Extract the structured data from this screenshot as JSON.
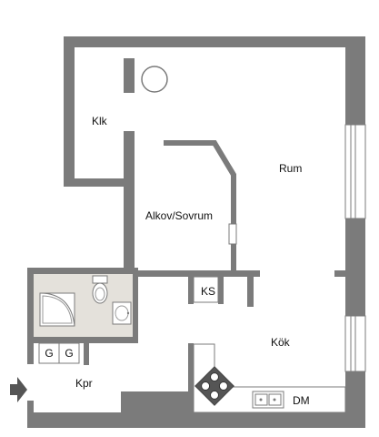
{
  "plan": {
    "rooms": {
      "klk": "Klk",
      "rum": "Rum",
      "alkov": "Alkov/Sovrum",
      "kok": "Kök",
      "kpr": "Kpr"
    },
    "fixtures": {
      "ks": "KS",
      "g1": "G",
      "g2": "G",
      "dm": "DM"
    },
    "icons": {
      "entrance": "entrance-arrow-icon",
      "stove": "stove-icon",
      "sink": "kitchen-sink-icon",
      "toilet": "toilet-icon",
      "shower": "shower-icon",
      "washbasin": "washbasin-icon",
      "column": "round-column-icon"
    },
    "colors": {
      "wall": "#7b7b7b",
      "bathroom_floor": "#e4e1db",
      "entrance_arrow": "#555555"
    }
  }
}
